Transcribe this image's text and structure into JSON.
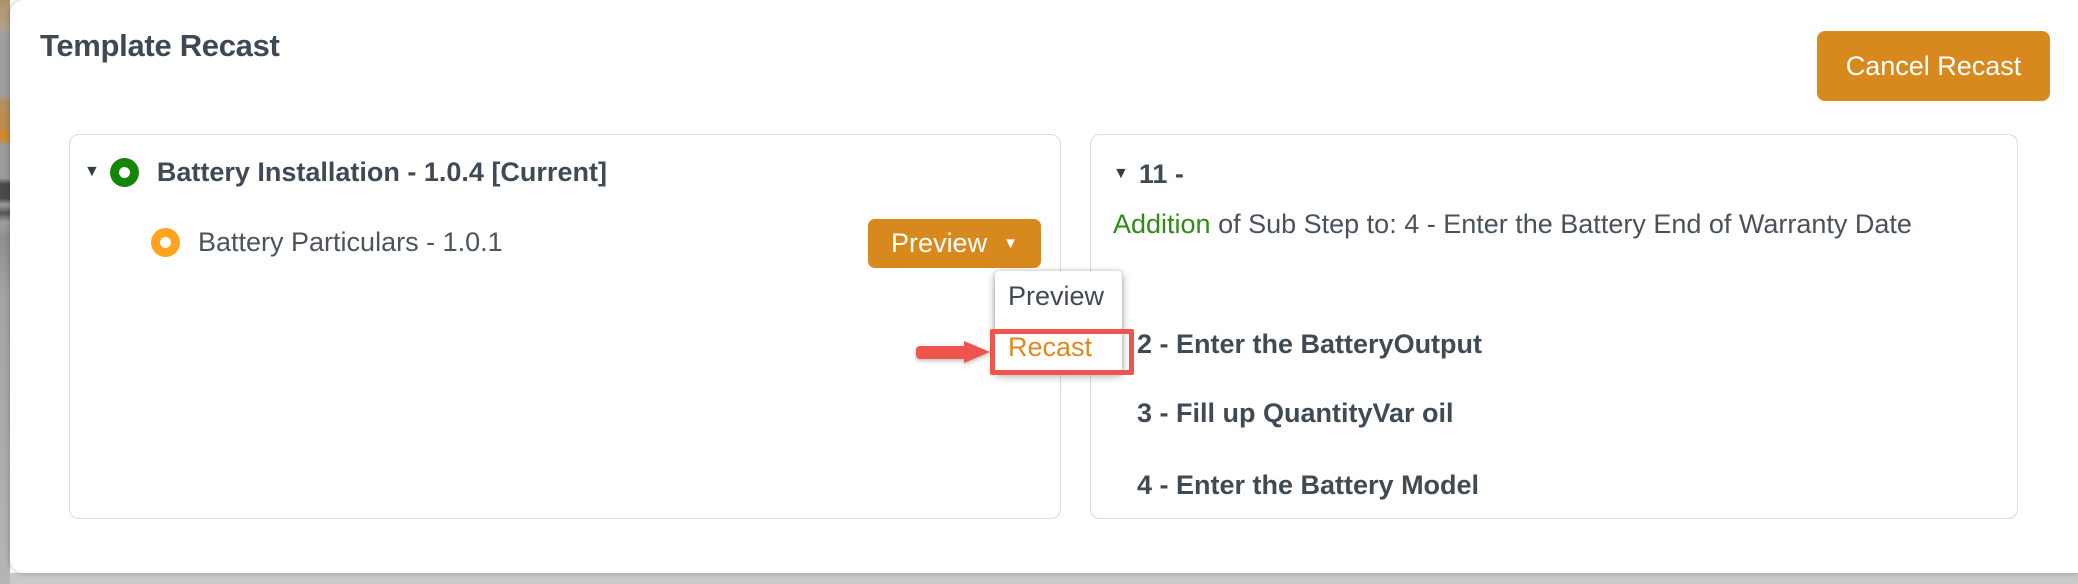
{
  "page": {
    "title": "Template Recast"
  },
  "header": {
    "cancel_button": "Cancel Recast"
  },
  "versions_panel": {
    "root_item": {
      "caret": "▼",
      "label": "Battery Installation - 1.0.4 [Current]"
    },
    "child_item": {
      "label": "Battery Particulars - 1.0.1"
    },
    "preview_button": {
      "label": "Preview",
      "caret": "▼"
    }
  },
  "preview_dropdown": {
    "items": [
      "Preview",
      "Recast"
    ]
  },
  "changes_panel": {
    "caret": "▼",
    "heading": "11 -",
    "change_line": {
      "type": "Addition",
      "rest": " of Sub Step to: 4 - Enter the Battery End of Warranty Date"
    },
    "sub_steps": [
      "2 - Enter the BatteryOutput",
      "3 - Fill up QuantityVar oil",
      "4 - Enter the Battery Model"
    ]
  },
  "colors": {
    "accent_orange": "#d8891e",
    "status_green": "#158508",
    "status_orange": "#ffa41c",
    "recast_text_orange": "#e1881c",
    "addition_green": "#2e8b16",
    "annotation_red": "#f0554d",
    "title_slate": "#3e4954"
  }
}
